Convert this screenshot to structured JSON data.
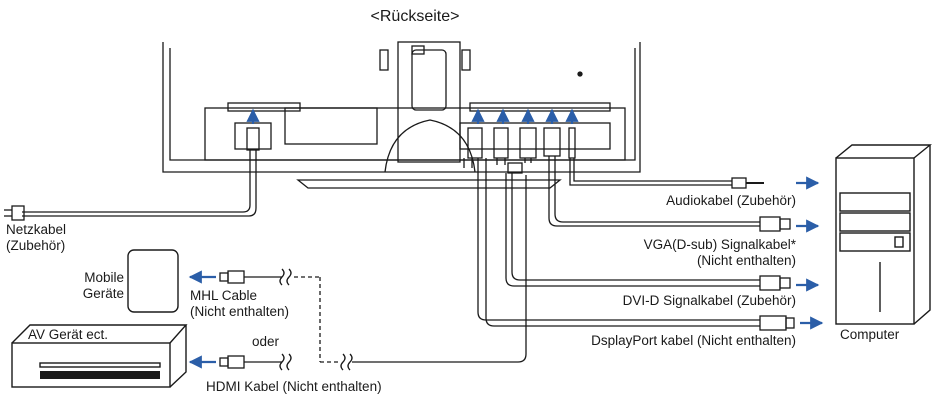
{
  "title": "<Rückseite>",
  "labels": {
    "netzkabel": [
      "Netzkabel",
      "(Zubehör)"
    ],
    "mobile": [
      "Mobile",
      "Geräte"
    ],
    "mhl": [
      "MHL Cable",
      "(Nicht enthalten)"
    ],
    "oder": "oder",
    "av_device": "AV Gerät ect.",
    "hdmi": "HDMI Kabel (Nicht enthalten)",
    "audio": "Audiokabel (Zubehör)",
    "vga": [
      "VGA(D-sub) Signalkabel*",
      "(Nicht enthalten)"
    ],
    "dvi": "DVI-D Signalkabel (Zubehör)",
    "displayport": "DsplayPort kabel (Nicht enthalten)",
    "computer": "Computer"
  },
  "colors": {
    "line": "#1a1a1a",
    "arrow": "#2b5ea8",
    "background": "#ffffff"
  }
}
